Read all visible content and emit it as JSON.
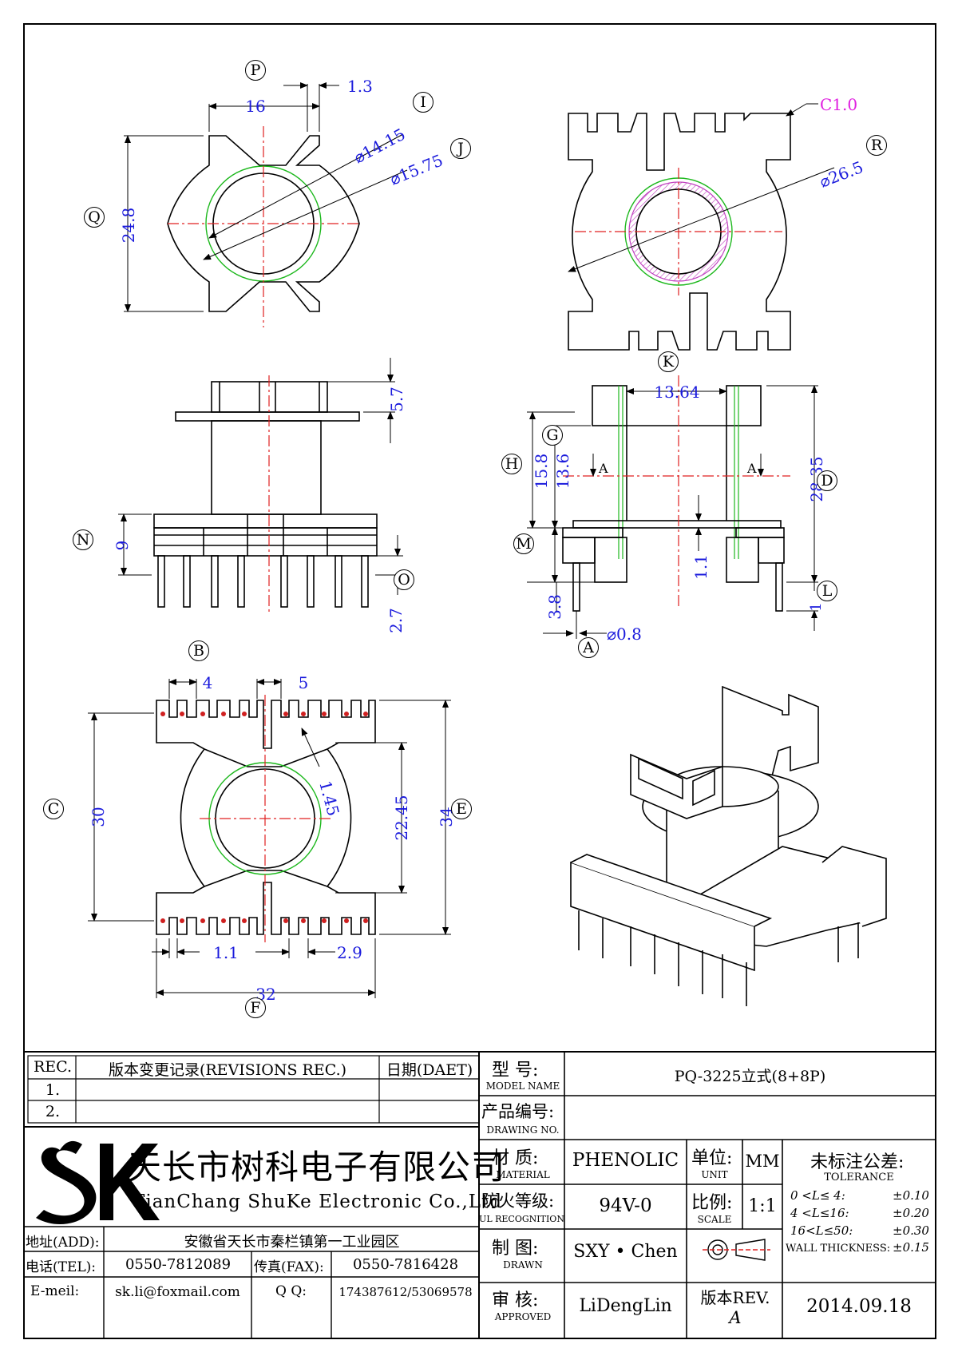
{
  "drawing": {
    "dims": {
      "p16": "16",
      "p13": "1.3",
      "d1415": "⌀14.15",
      "d1575": "⌀15.75",
      "h248": "24.8",
      "c10": "C1.0",
      "d265": "⌀26.5",
      "h57": "5.7",
      "h9": "9",
      "h27": "2.7",
      "w1364": "13.64",
      "h158": "15.8",
      "h136": "13.6",
      "h2835": "28.35",
      "h11": "1.1",
      "h38": "3.8",
      "d08": "⌀0.8",
      "sec_a": "A",
      "sec_a2": "A",
      "b4": "4",
      "b5": "5",
      "d145": "1.45",
      "h30": "30",
      "h2245": "22.45",
      "h34": "34",
      "w11": "1.1",
      "w29": "2.9",
      "w32": "32",
      "l1": "1"
    },
    "labels": {
      "P": "P",
      "I": "I",
      "J": "J",
      "Q": "Q",
      "R": "R",
      "N": "N",
      "O": "O",
      "K": "K",
      "G": "G",
      "H": "H",
      "D": "D",
      "M": "M",
      "L": "L",
      "A": "A",
      "B": "B",
      "C": "C",
      "E": "E",
      "F": "F"
    }
  },
  "title_block": {
    "rev_header": "REC.",
    "rev_desc_header": "版本变更记录(REVISIONS REC.)",
    "rev_date_header": "日期(DAET)",
    "rev_rows": [
      "1.",
      "2."
    ],
    "model_label": "型  号:",
    "model_label_en": "MODEL NAME",
    "model_value": "PQ-3225立式(8+8P)",
    "drawing_no_label": "产品编号:",
    "drawing_no_label_en": "DRAWING NO.",
    "material_label": "材  质:",
    "material_label_en": "MATERIAL",
    "material_value": "PHENOLIC",
    "unit_label": "单位:",
    "unit_label_en": "UNIT",
    "unit_value": "MM",
    "ul_label": "防火等级:",
    "ul_label_en": "UL RECOGNITION",
    "ul_value": "94V-0",
    "scale_label": "比例:",
    "scale_label_en": "SCALE",
    "scale_value": "1:1",
    "drawn_label": "制  图:",
    "drawn_label_en": "DRAWN",
    "drawn_value": "SXY • Chen",
    "approved_label": "审  核:",
    "approved_label_en": "APPROVED",
    "approved_value": "LiDengLin",
    "rev_label": "版本REV.",
    "rev_value": "A",
    "date_value": "2014.09.18",
    "tolerance_title": "未标注公差:",
    "tolerance_en": "TOLERANCE",
    "tol_rows": [
      {
        "range": "0  <L≤ 4:",
        "value": "±0.10"
      },
      {
        "range": "4  <L≤16:",
        "value": "±0.20"
      },
      {
        "range": "16<L≤50:",
        "value": "±0.30"
      }
    ],
    "wall_label": "WALL THICKNESS:",
    "wall_value": "±0.15",
    "company_cn": "天长市树科电子有限公司",
    "company_en": "TianChang ShuKe Electronic Co.,Ltd",
    "logo_text": "SK",
    "address_label": "地址(ADD):",
    "address_value": "安徽省天长市秦栏镇第一工业园区",
    "tel_label": "电话(TEL):",
    "tel_value": "0550-7812089",
    "fax_label": "传真(FAX):",
    "fax_value": "0550-7816428",
    "email_label": "E-meil:",
    "email_value": "sk.li@foxmail.com",
    "qq_label": "Q Q:",
    "qq_value": "174387612/53069578"
  }
}
